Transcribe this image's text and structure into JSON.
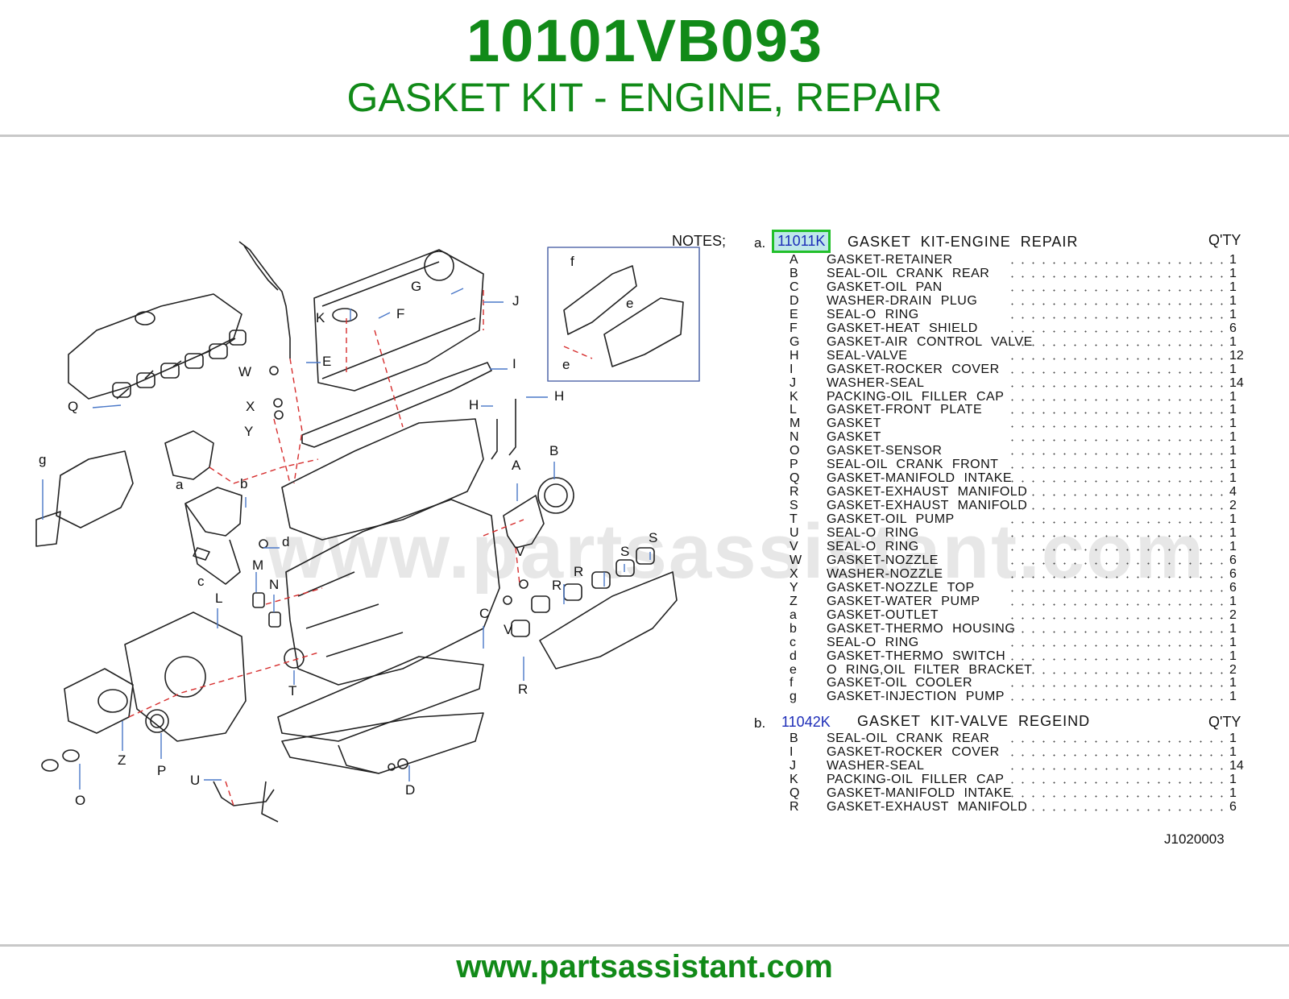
{
  "header": {
    "part_number": "10101VB093",
    "title": "GASKET KIT - ENGINE, REPAIR"
  },
  "colors": {
    "brand_green": "#118a18",
    "code_blue": "#1d2db8",
    "highlight": "#22c02b"
  },
  "notes_label": "NOTES;",
  "kits": [
    {
      "letter": "a.",
      "code": "11011K",
      "description": "GASKET KIT-ENGINE REPAIR",
      "qty_header": "Q'TY",
      "selected": true,
      "items": [
        {
          "letter": "A",
          "name": "GASKET-RETAINER",
          "qty": "1"
        },
        {
          "letter": "B",
          "name": "SEAL-OIL CRANK REAR",
          "qty": "1"
        },
        {
          "letter": "C",
          "name": "GASKET-OIL PAN",
          "qty": "1"
        },
        {
          "letter": "D",
          "name": "WASHER-DRAIN PLUG",
          "qty": "1"
        },
        {
          "letter": "E",
          "name": "SEAL-O RING",
          "qty": "1"
        },
        {
          "letter": "F",
          "name": "GASKET-HEAT SHIELD",
          "qty": "6"
        },
        {
          "letter": "G",
          "name": "GASKET-AIR CONTROL VALVE",
          "qty": "1"
        },
        {
          "letter": "H",
          "name": "SEAL-VALVE",
          "qty": "12"
        },
        {
          "letter": "I",
          "name": "GASKET-ROCKER COVER",
          "qty": "1"
        },
        {
          "letter": "J",
          "name": "WASHER-SEAL",
          "qty": "14"
        },
        {
          "letter": "K",
          "name": "PACKING-OIL FILLER CAP",
          "qty": "1"
        },
        {
          "letter": "L",
          "name": "GASKET-FRONT PLATE",
          "qty": "1"
        },
        {
          "letter": "M",
          "name": "GASKET",
          "qty": "1"
        },
        {
          "letter": "N",
          "name": "GASKET",
          "qty": "1"
        },
        {
          "letter": "O",
          "name": "GASKET-SENSOR",
          "qty": "1"
        },
        {
          "letter": "P",
          "name": "SEAL-OIL CRANK FRONT",
          "qty": "1"
        },
        {
          "letter": "Q",
          "name": "GASKET-MANIFOLD INTAKE",
          "qty": "1"
        },
        {
          "letter": "R",
          "name": "GASKET-EXHAUST MANIFOLD",
          "qty": "4"
        },
        {
          "letter": "S",
          "name": "GASKET-EXHAUST MANIFOLD",
          "qty": "2"
        },
        {
          "letter": "T",
          "name": "GASKET-OIL PUMP",
          "qty": "1"
        },
        {
          "letter": "U",
          "name": "SEAL-O RING",
          "qty": "1"
        },
        {
          "letter": "V",
          "name": "SEAL-O RING",
          "qty": "1"
        },
        {
          "letter": "W",
          "name": "GASKET-NOZZLE",
          "qty": "6"
        },
        {
          "letter": "X",
          "name": "WASHER-NOZZLE",
          "qty": "6"
        },
        {
          "letter": "Y",
          "name": "GASKET-NOZZLE TOP",
          "qty": "6"
        },
        {
          "letter": "Z",
          "name": "GASKET-WATER PUMP",
          "qty": "1"
        },
        {
          "letter": "a",
          "name": "GASKET-OUTLET",
          "qty": "2"
        },
        {
          "letter": "b",
          "name": "GASKET-THERMO HOUSING",
          "qty": "1"
        },
        {
          "letter": "c",
          "name": "SEAL-O RING",
          "qty": "1"
        },
        {
          "letter": "d",
          "name": "GASKET-THERMO SWITCH",
          "qty": "1"
        },
        {
          "letter": "e",
          "name": "O RING,OIL FILTER BRACKET",
          "qty": "2"
        },
        {
          "letter": "f",
          "name": "GASKET-OIL COOLER",
          "qty": "1"
        },
        {
          "letter": "g",
          "name": "GASKET-INJECTION PUMP",
          "qty": "1"
        }
      ]
    },
    {
      "letter": "b.",
      "code": "11042K",
      "description": "GASKET KIT-VALVE REGEIND",
      "qty_header": "Q'TY",
      "selected": false,
      "items": [
        {
          "letter": "B",
          "name": "SEAL-OIL CRANK REAR",
          "qty": "1"
        },
        {
          "letter": "I",
          "name": "GASKET-ROCKER COVER",
          "qty": "1"
        },
        {
          "letter": "J",
          "name": "WASHER-SEAL",
          "qty": "14"
        },
        {
          "letter": "K",
          "name": "PACKING-OIL FILLER CAP",
          "qty": "1"
        },
        {
          "letter": "Q",
          "name": "GASKET-MANIFOLD INTAKE",
          "qty": "1"
        },
        {
          "letter": "R",
          "name": "GASKET-EXHAUST MANIFOLD",
          "qty": "6"
        }
      ]
    }
  ],
  "reference_code": "J1020003",
  "diagram_labels": [
    "A",
    "B",
    "C",
    "D",
    "E",
    "F",
    "G",
    "H",
    "H",
    "I",
    "J",
    "K",
    "L",
    "M",
    "N",
    "O",
    "P",
    "Q",
    "R",
    "R",
    "R",
    "S",
    "S",
    "T",
    "U",
    "V",
    "V",
    "W",
    "X",
    "Y",
    "Z",
    "a",
    "b",
    "c",
    "d",
    "e",
    "e",
    "f",
    "g"
  ],
  "watermark": "www.partsassistant.com",
  "footer": {
    "url": "www.partsassistant.com"
  }
}
